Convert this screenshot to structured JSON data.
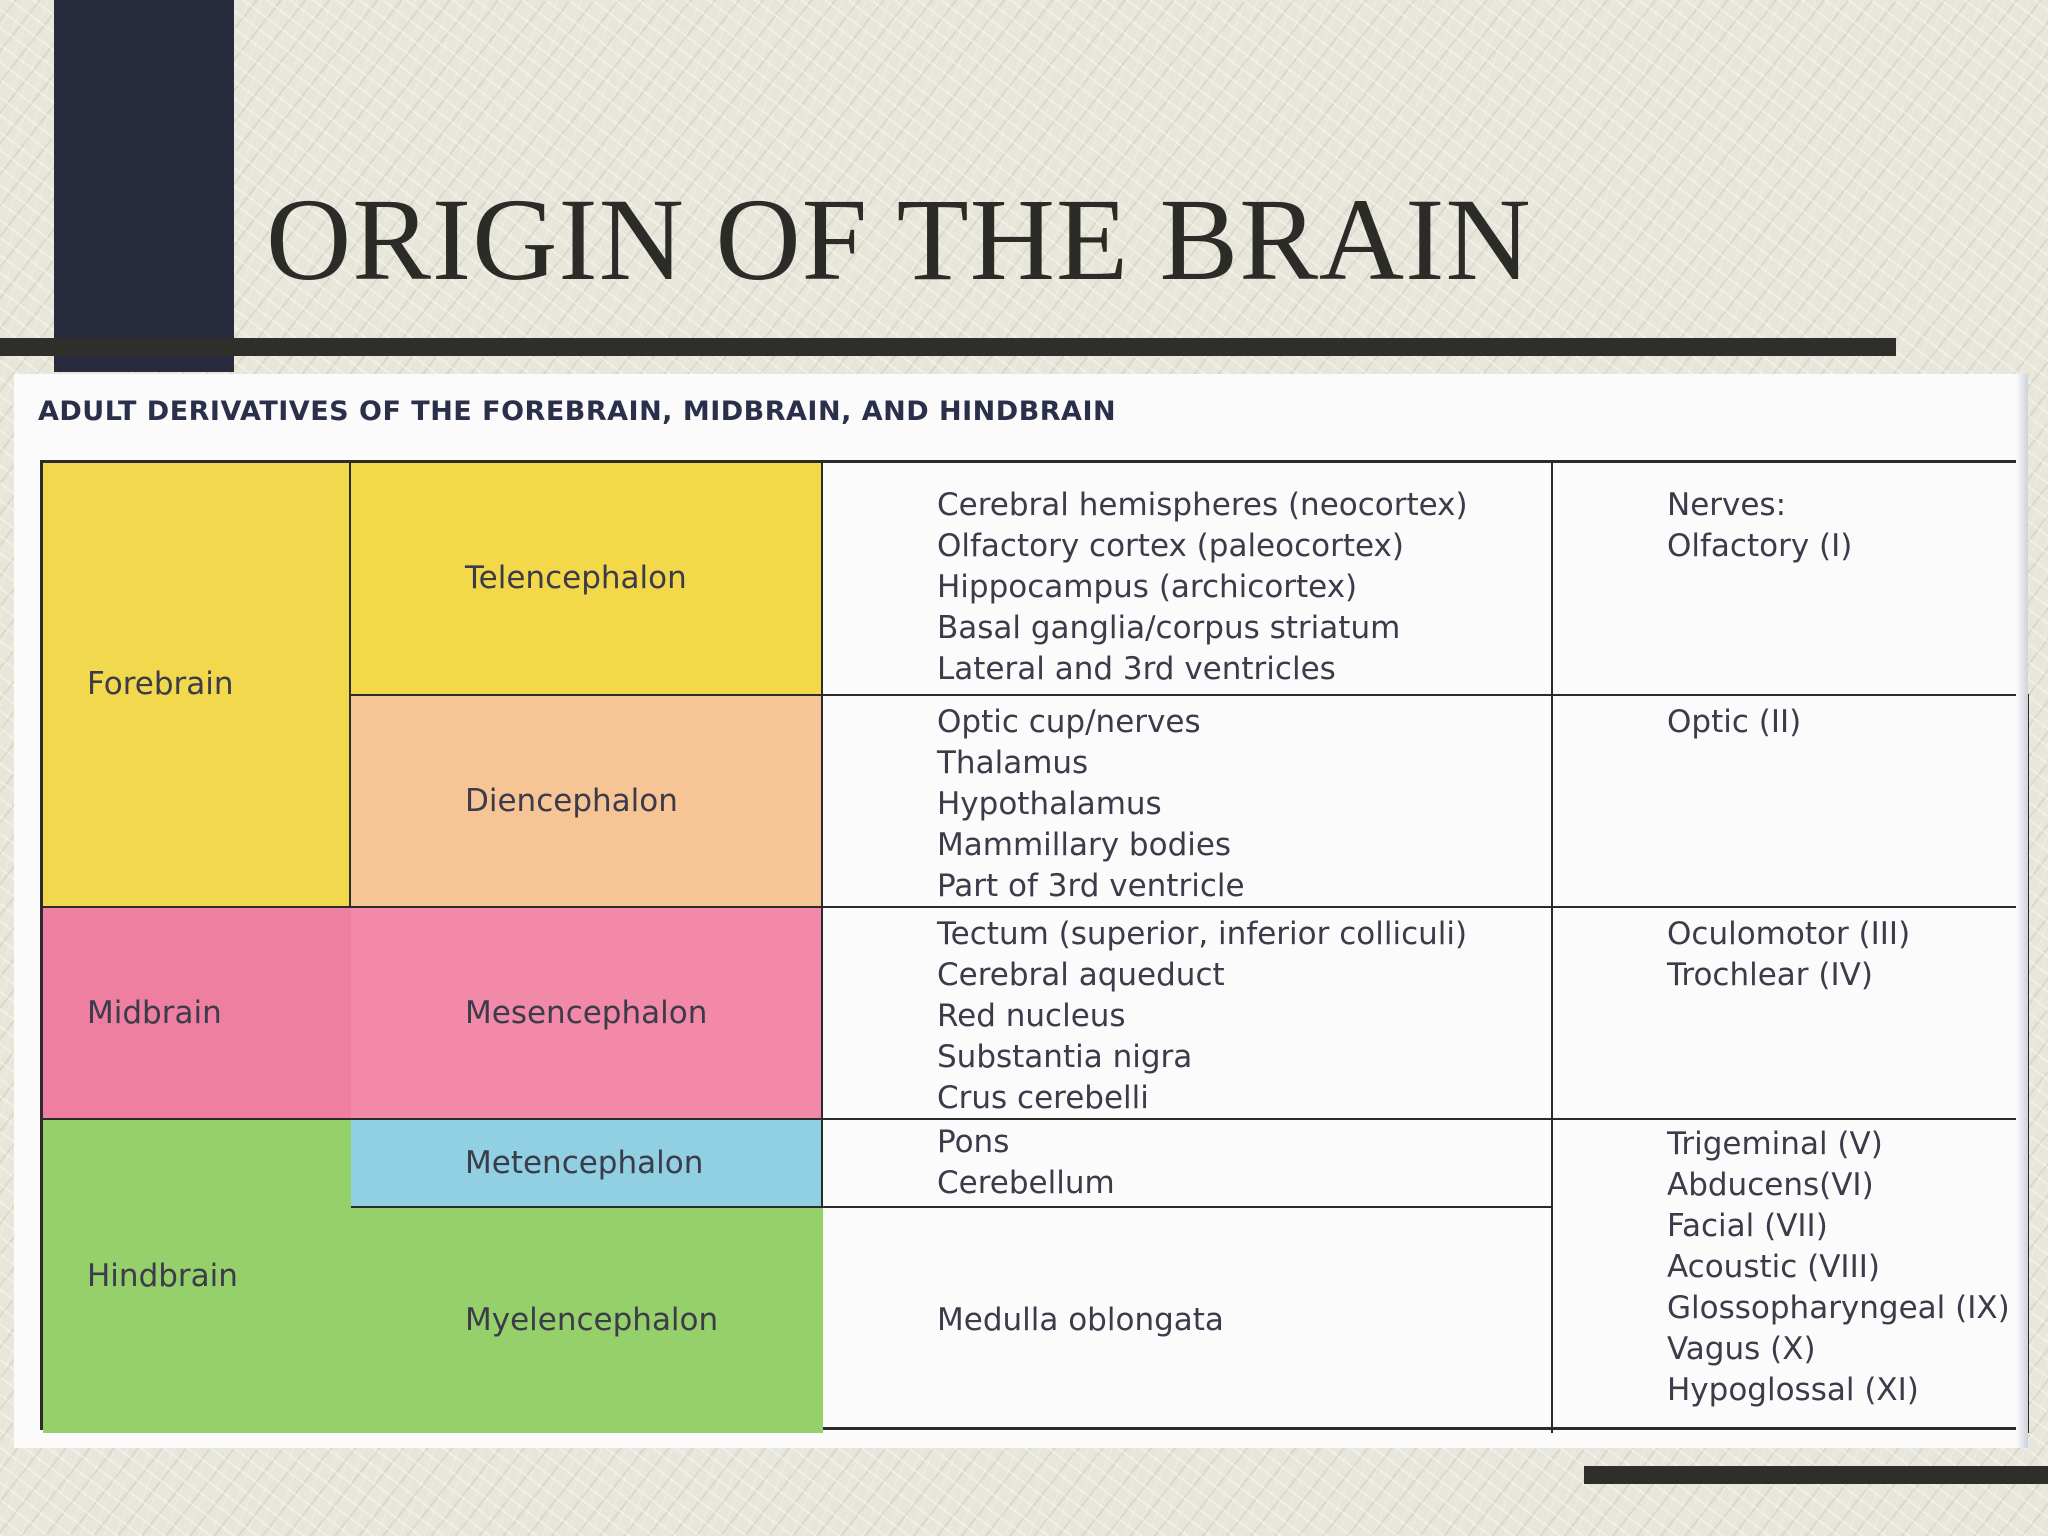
{
  "slide": {
    "title": "ORIGIN OF THE BRAIN"
  },
  "table": {
    "heading": "ADULT DERIVATIVES OF THE FOREBRAIN, MIDBRAIN, AND HINDBRAIN",
    "regions": {
      "forebrain": "Forebrain",
      "midbrain": "Midbrain",
      "hindbrain": "Hindbrain"
    },
    "subdivisions": {
      "telencephalon": "Telencephalon",
      "diencephalon": "Diencephalon",
      "mesencephalon": "Mesencephalon",
      "metencephalon": "Metencephalon",
      "myelencephalon": "Myelencephalon"
    },
    "derivatives": {
      "telencephalon": [
        "Cerebral hemispheres (neocortex)",
        "Olfactory cortex (paleocortex)",
        "Hippocampus (archicortex)",
        "Basal ganglia/corpus striatum",
        "Lateral and 3rd ventricles"
      ],
      "diencephalon": [
        "Optic cup/nerves",
        "Thalamus",
        "Hypothalamus",
        "Mammillary bodies",
        "Part of 3rd ventricle"
      ],
      "mesencephalon": [
        "Tectum (superior, inferior colliculi)",
        "Cerebral aqueduct",
        "Red nucleus",
        "Substantia nigra",
        "Crus cerebelli"
      ],
      "metencephalon": [
        "Pons",
        "Cerebellum"
      ],
      "myelencephalon": [
        "Medulla oblongata"
      ]
    },
    "nerves": {
      "telencephalon": [
        "Nerves:",
        "Olfactory (I)"
      ],
      "diencephalon": [
        "Optic (II)"
      ],
      "mesencephalon": [
        "Oculomotor (III)",
        "Trochlear (IV)"
      ],
      "hindbrain": [
        "Trigeminal (V)",
        "Abducens(VI)",
        "Facial (VII)",
        "Acoustic (VIII)",
        "Glossopharyngeal (IX)",
        "Vagus (X)",
        "Hypoglossal (XI)"
      ]
    },
    "colors": {
      "forebrain": "#f2d84c",
      "telencephalon": "#f3d84a",
      "diencephalon": "#f6c495",
      "midbrain": "#ee7fa1",
      "mesencephalon": "#f289a8",
      "metencephalon": "#91cfe2",
      "hindbrain": "#96d06a"
    }
  }
}
